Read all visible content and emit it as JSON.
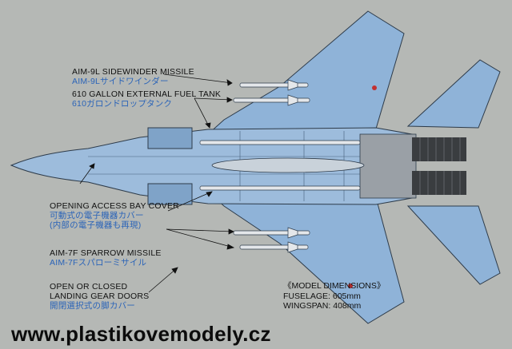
{
  "colors": {
    "aircraft_blue": "#8fb3d8",
    "label_blue": "#2b64b8",
    "background": "#b5b8b5",
    "exhaust_dark": "#3a3d40"
  },
  "callouts": [
    {
      "en": "AIM-9L SIDEWINDER MISSILE",
      "jp": "AIM-9Lサイドワインダー"
    },
    {
      "en": "610 GALLON EXTERNAL FUEL TANK",
      "jp": "610ガロンドロップタンク"
    },
    {
      "en": "OPENING ACCESS BAY COVER",
      "jp": "可動式の電子機器カバー",
      "jp2": "(内部の電子機器も再現)"
    },
    {
      "en": "AIM-7F SPARROW MISSILE",
      "jp": "AIM-7Fスパローミサイル"
    },
    {
      "en": "OPEN OR CLOSED",
      "en2": "LANDING GEAR DOORS",
      "jp": "開閉選択式の脚カバー"
    }
  ],
  "dimensions": {
    "title": "《MODEL DIMENSIONS》",
    "fuselage": "FUSELAGE: 605mm",
    "wingspan": "WINGSPAN: 408mm"
  },
  "watermark": "www.plastikovemodely.cz"
}
